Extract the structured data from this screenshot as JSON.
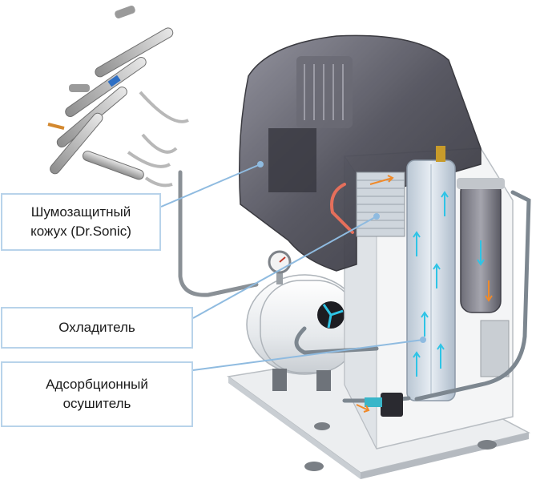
{
  "callouts": {
    "housing": {
      "label": "Шумозащитный\nкожух (Dr.Sonic)"
    },
    "cooler": {
      "label": "Охладитель"
    },
    "dryer": {
      "label": "Адсорбционный\nосушитель"
    }
  },
  "colors": {
    "callout_border": "#b8d3ea",
    "leader_line": "#8fbbe0",
    "hood_tint": "#5a5a66",
    "tank": "#f2f4f6",
    "frame": "#e9ecef",
    "flow_arrow_cyan": "#2ec4e6",
    "flow_arrow_orange": "#f08a2a"
  },
  "icons": [
    "dental-handpiece-icon",
    "pressure-gauge-icon",
    "fan-icon",
    "solenoid-valve-icon"
  ]
}
